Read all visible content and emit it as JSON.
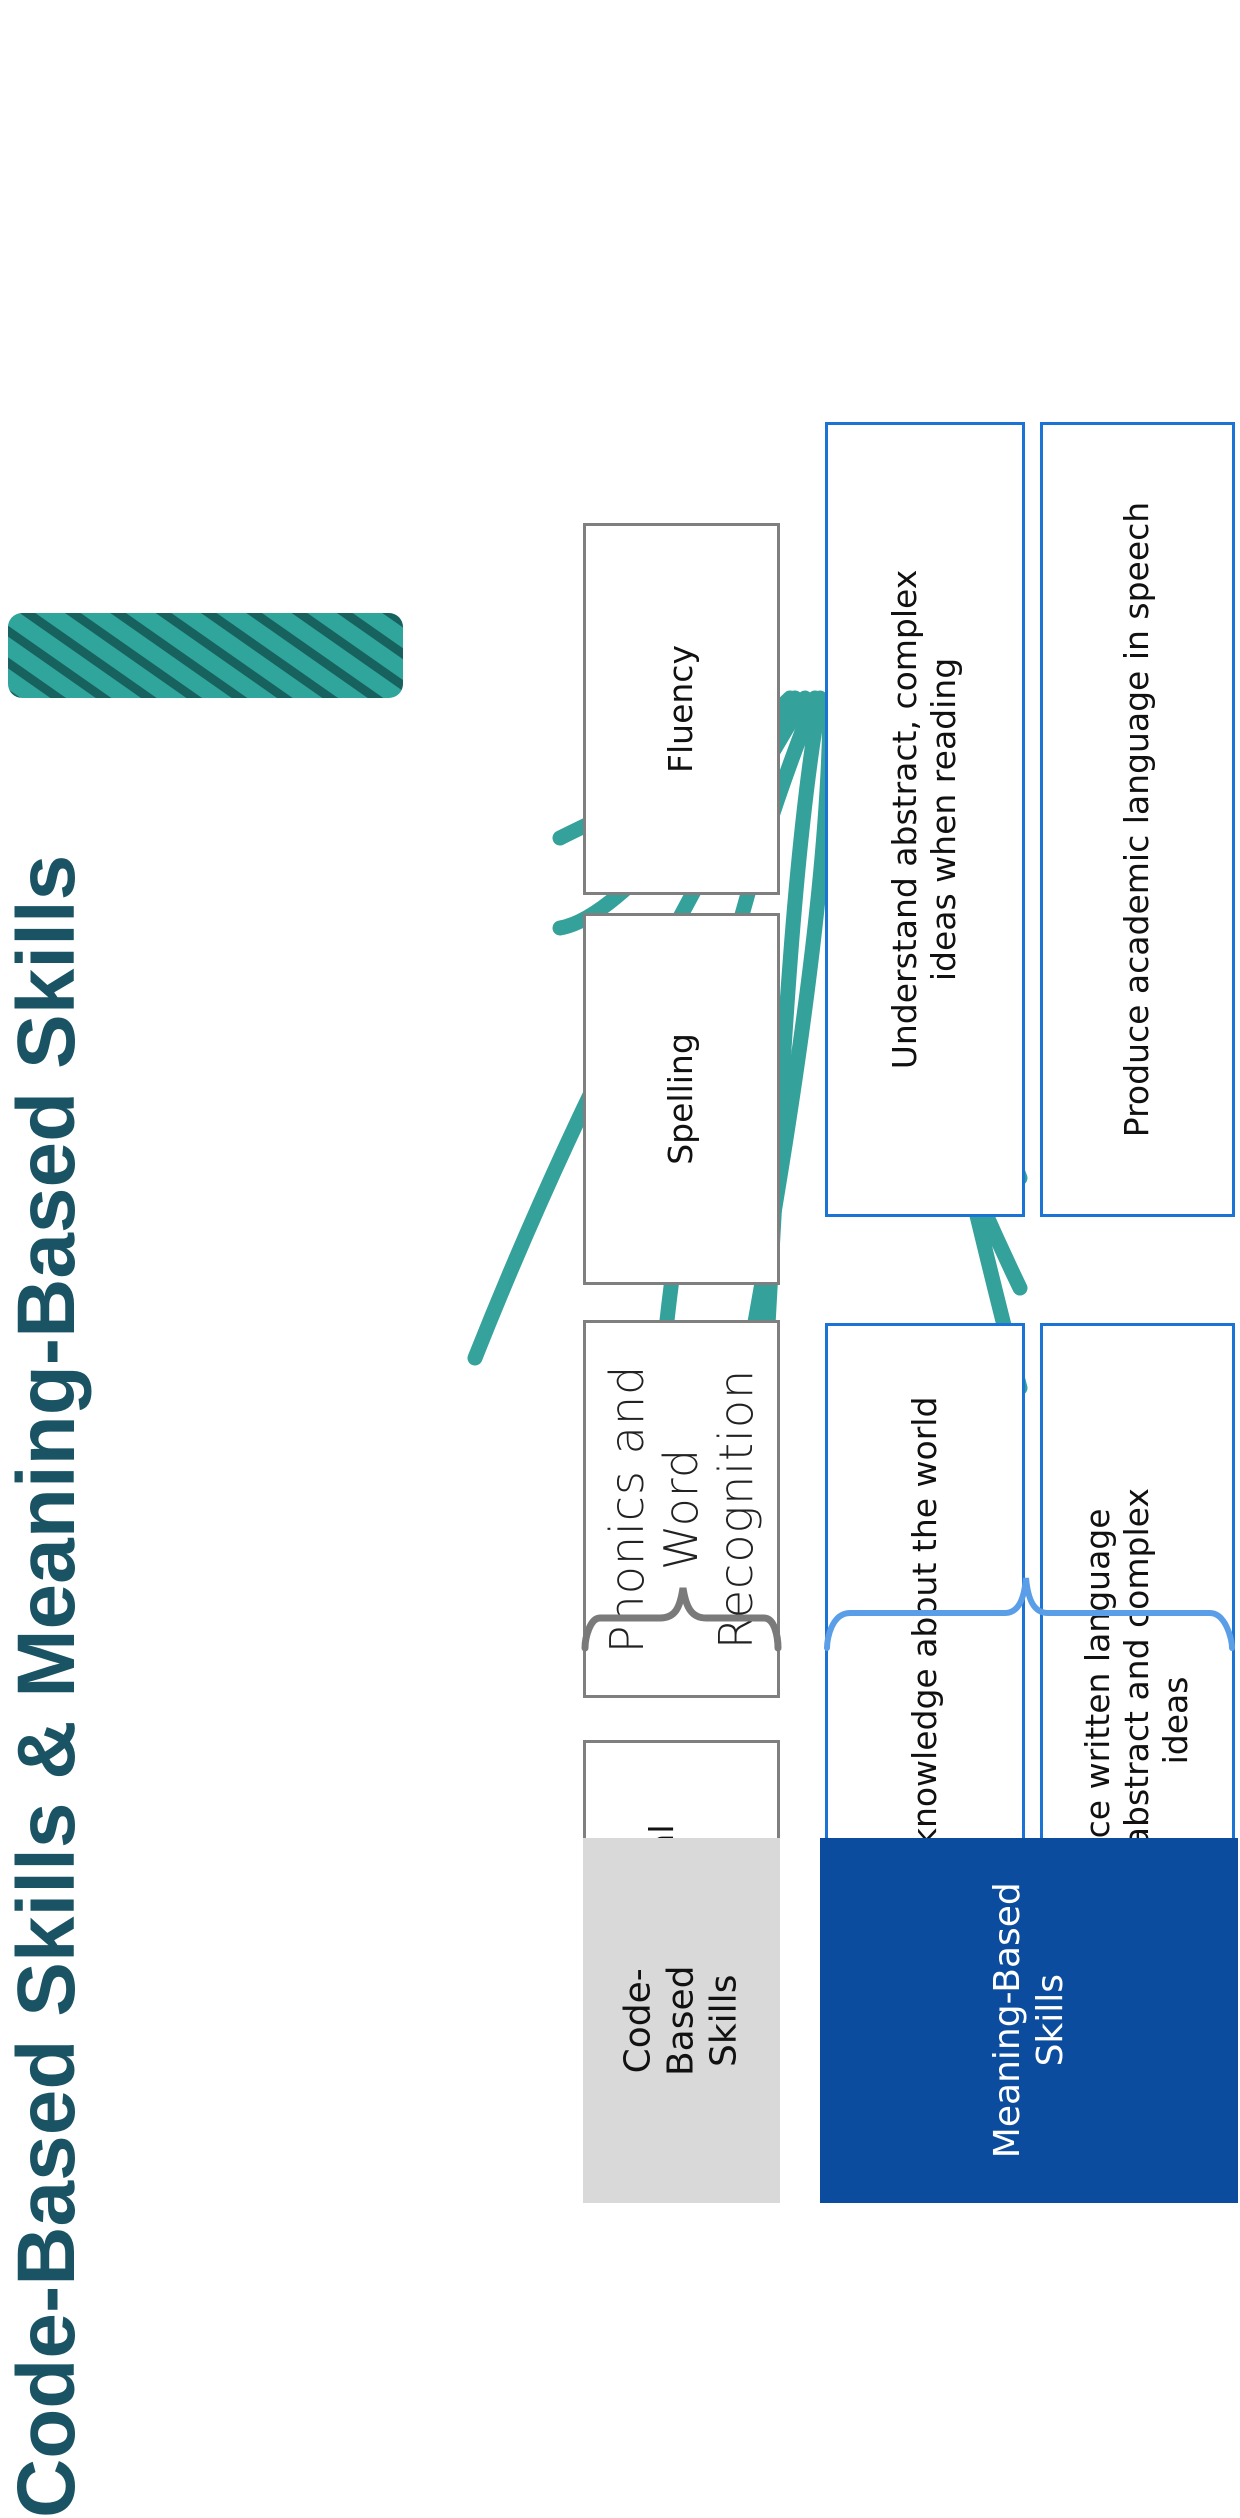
{
  "title": "Code-Based Skills & Meaning-Based Skills",
  "code_skills": [
    "Phonological Awareness",
    "Phonics and Word Recognition",
    "Spelling",
    "Fluency"
  ],
  "meaning_skills_row1": [
    "Conceptual knowledge about the world",
    "Understand abstract, complex ideas when reading"
  ],
  "meaning_skills_row2": [
    "Produce written language about abstract and complex ideas",
    "Produce academic language in speech"
  ],
  "categories": {
    "code": "Code-Based Skills",
    "meaning": "Meaning-Based Skills"
  },
  "colors": {
    "title": "#1a5464",
    "rope": "#2a9d96",
    "code_border": "#7f7f7f",
    "meaning_border": "#1b73d6",
    "meaning_label_bg": "#0c4c9e",
    "code_label_bg": "#d9d9d9"
  }
}
